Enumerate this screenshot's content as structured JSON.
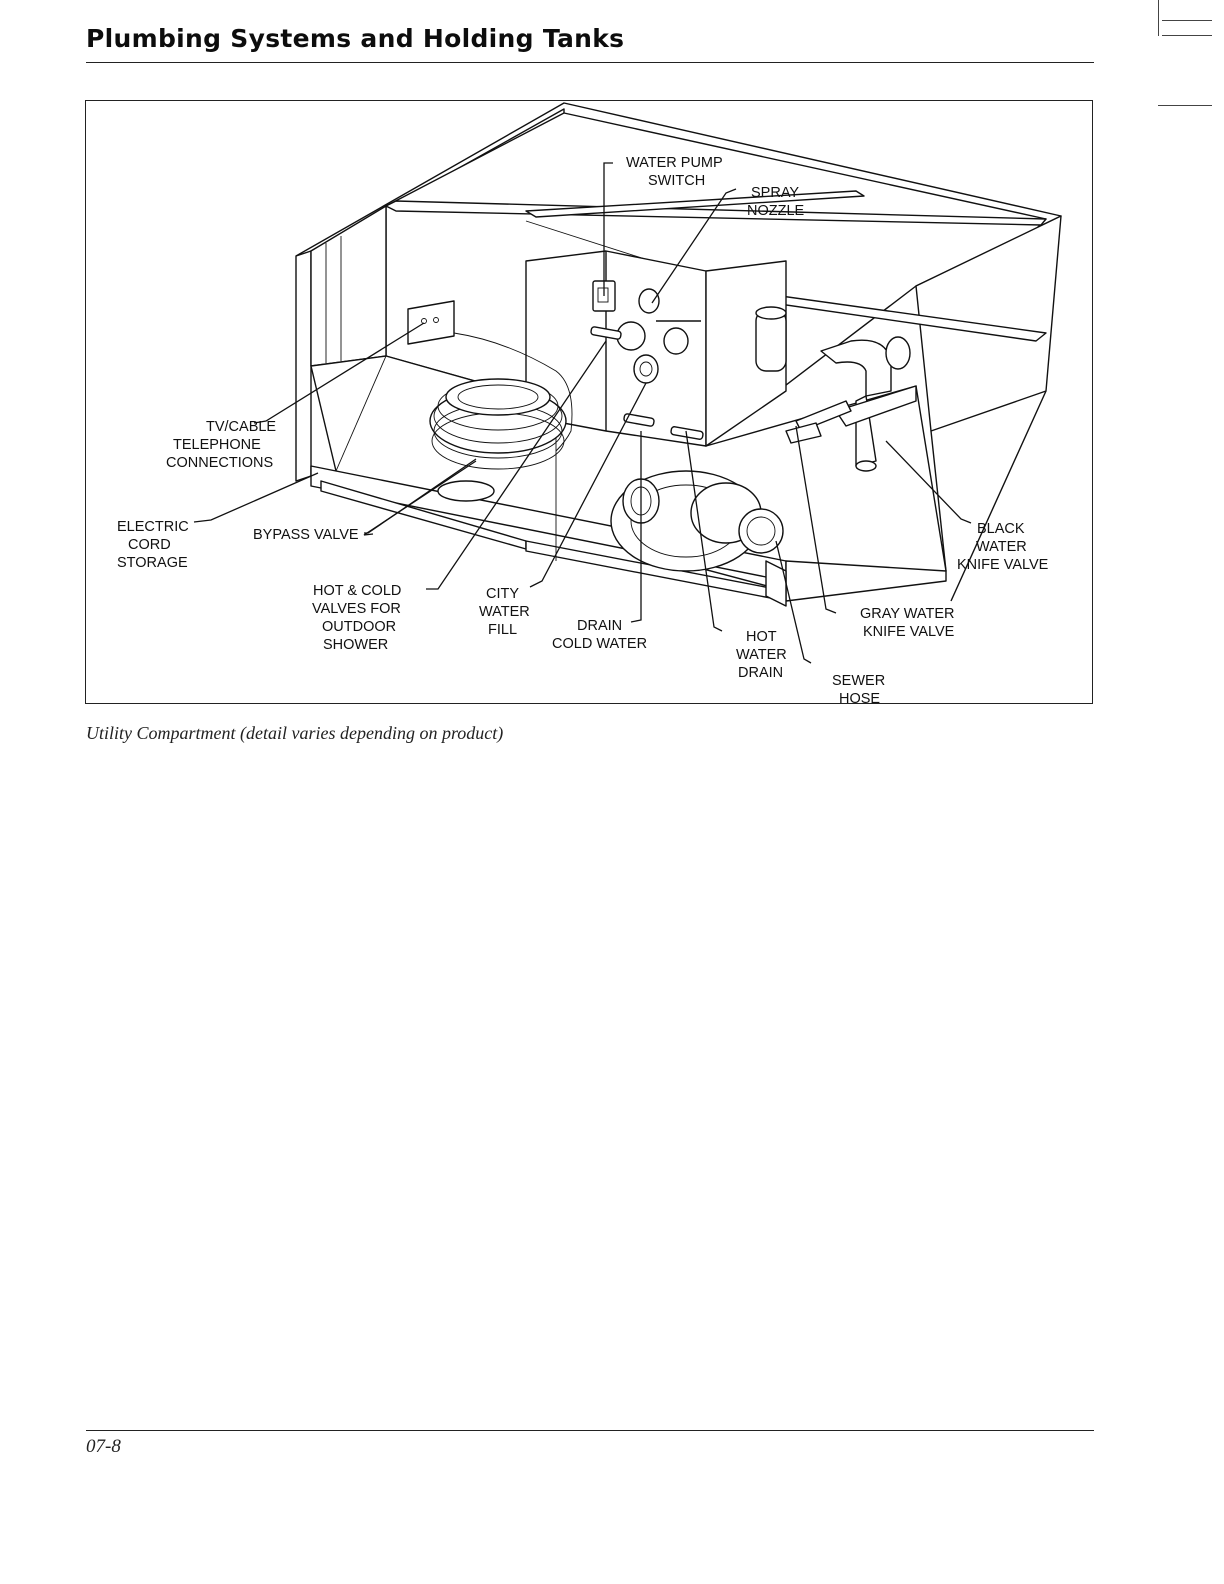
{
  "header": {
    "title": "Plumbing Systems and Holding Tanks"
  },
  "figure": {
    "labels": {
      "water_pump_switch": [
        "WATER PUMP",
        "SWITCH"
      ],
      "spray_nozzle": [
        "SPRAY",
        "NOZZLE"
      ],
      "tv_cable": [
        "TV/CABLE",
        "TELEPHONE",
        "CONNECTIONS"
      ],
      "electric_cord": [
        "ELECTRIC",
        "CORD",
        "STORAGE"
      ],
      "bypass_valve": [
        "BYPASS VALVE"
      ],
      "hot_cold_valves": [
        "HOT & COLD",
        "VALVES FOR",
        "OUTDOOR",
        "SHOWER"
      ],
      "city_water": [
        "CITY",
        "WATER",
        "FILL"
      ],
      "drain_cold": [
        "DRAIN",
        "COLD WATER"
      ],
      "hot_water_drain": [
        "HOT",
        "WATER",
        "DRAIN"
      ],
      "sewer_hose": [
        "SEWER",
        "HOSE"
      ],
      "gray_water": [
        "GRAY WATER",
        "KNIFE VALVE"
      ],
      "black_water": [
        "BLACK",
        "WATER",
        "KNIFE VALVE"
      ]
    }
  },
  "caption": "Utility Compartment (detail varies depending on product)",
  "footer": {
    "page_number": "07-8"
  }
}
